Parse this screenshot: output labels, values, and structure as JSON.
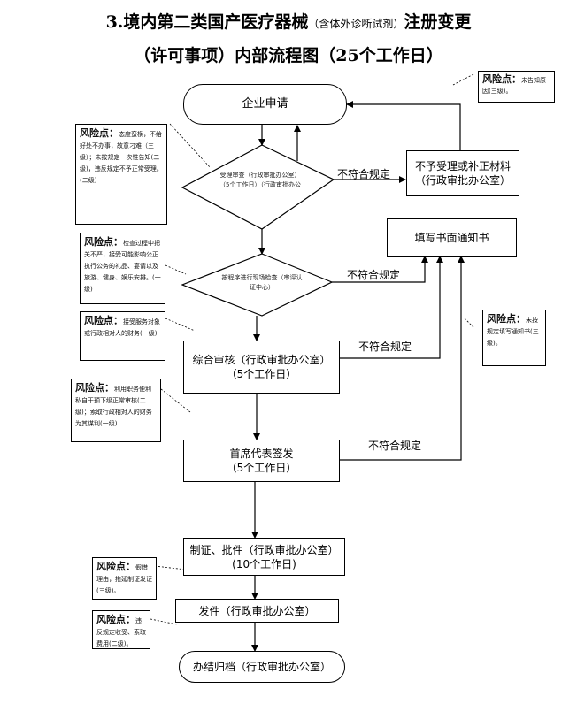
{
  "title": {
    "line1_main": "3.境内第二类国产医疗器械",
    "line1_paren": "（含体外诊断试剂）",
    "line1_end": "注册变更",
    "line2": "（许可事项）内部流程图（25个工作日）"
  },
  "nodes": {
    "start": "企业申请",
    "decision1": "受理审查（行政审批办公室）（5个工作日）（行政审批办公",
    "reject_box": [
      "不予受理或补正材料",
      "（行政审批办公室）"
    ],
    "notice_box": "填写书面通知书",
    "decision2": "按程序进行现场检查（审评认证中心）",
    "review": [
      "综合审核（行政审批办公室）",
      "（5个工作日）"
    ],
    "sign": [
      "首席代表签发",
      "（5个工作日）"
    ],
    "issue_cert": [
      "制证、批件（行政审批办公室）",
      "(10个工作日)"
    ],
    "dispatch": "发件（行政审批办公室）",
    "archive": "办结归档（行政审批办公室）"
  },
  "edge_labels": {
    "e1": "不符合规定",
    "e2": "不符合规定",
    "e3": "不符合规定",
    "e4": "不符合规定"
  },
  "risk_notes": {
    "n1": {
      "label": "风险点：",
      "text": "未告知原因(三级)。"
    },
    "n2": {
      "label": "风险点：",
      "text": "态度蛮横，不给好处不办事，故意刁难（三级）；未按规定一次性告知(二级)，违反规定不予正常受理。(二级)"
    },
    "n3": {
      "label": "风险点：",
      "text": "检查过程中把关不严，接受可能影响公正执行公务的礼品、宴请以及旅游、健身、娱乐安排。(一级)"
    },
    "n4": {
      "label": "风险点：",
      "text": "接受服务对象或行政相对人的财务(一级)"
    },
    "n5": {
      "label": "风险点：",
      "text": "利用职务便利私自干预下级正常审核(二级)；索取行政相对人的财务为其谋利(一级)"
    },
    "n6": {
      "label": "风险点：",
      "text": "未按规定填写通知书(三级)。"
    },
    "n7": {
      "label": "风险点：",
      "text": "假借理由，拖延制证发证(三级)。"
    },
    "n8": {
      "label": "风险点：",
      "text": "违反规定收受、索取费用(二级)。"
    }
  }
}
